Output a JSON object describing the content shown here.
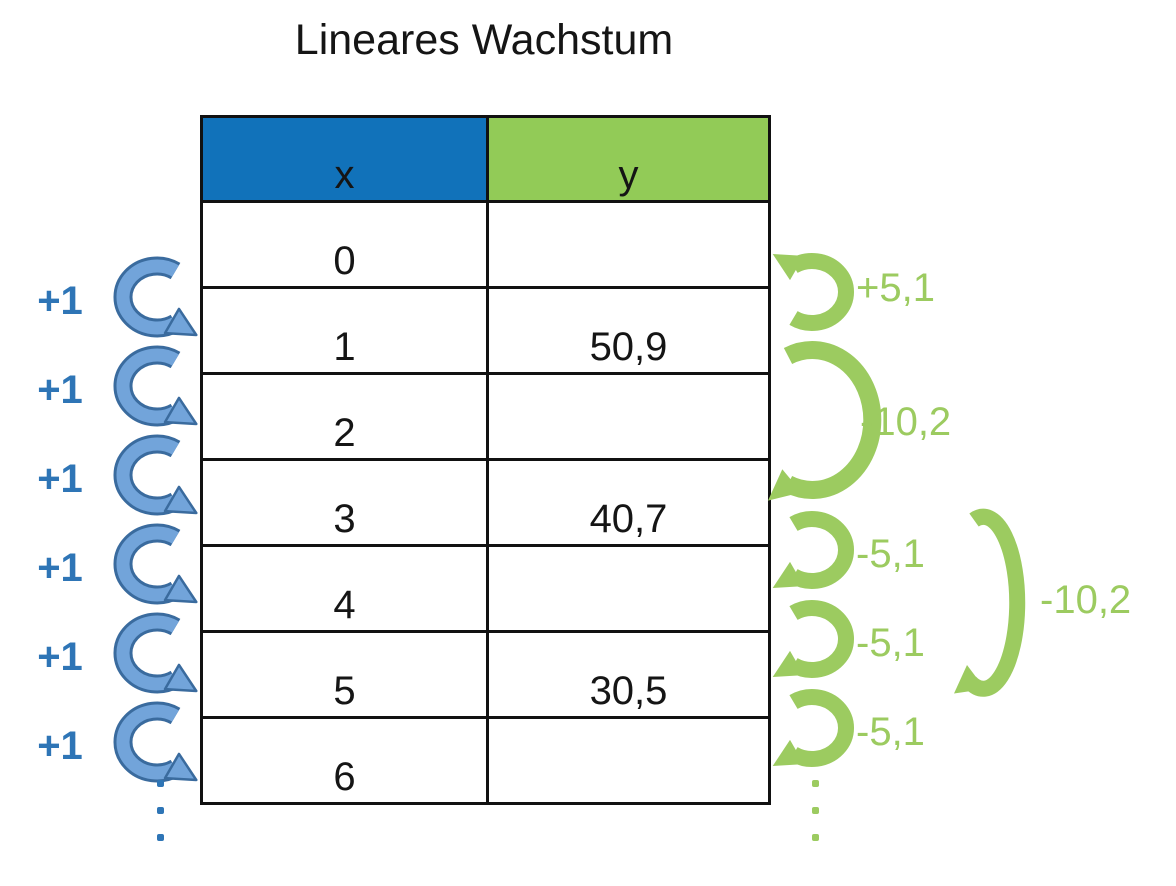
{
  "title": "Lineares Wachstum",
  "colors": {
    "header_x_bg": "#1172BA",
    "header_y_bg": "#92CB57",
    "blue_arrow": "#72A4DA",
    "blue_arrow_outline": "#3A6B9E",
    "blue_text": "#2E75B6",
    "green": "#9CCB60",
    "table_border": "#111111",
    "text": "#151515"
  },
  "table": {
    "columns": [
      {
        "key": "x",
        "label": "x"
      },
      {
        "key": "y",
        "label": "y"
      }
    ],
    "rows": [
      {
        "x": "0",
        "y": ""
      },
      {
        "x": "1",
        "y": "50,9"
      },
      {
        "x": "2",
        "y": ""
      },
      {
        "x": "3",
        "y": "40,7"
      },
      {
        "x": "4",
        "y": ""
      },
      {
        "x": "5",
        "y": "30,5"
      },
      {
        "x": "6",
        "y": ""
      }
    ]
  },
  "left_annotations": {
    "labels": [
      "+1",
      "+1",
      "+1",
      "+1",
      "+1",
      "+1"
    ]
  },
  "right_annotations": {
    "step_up_label": "+5,1",
    "double_step_label_1": "-10,2",
    "step_down_labels": [
      "-5,1",
      "-5,1",
      "-5,1"
    ],
    "double_step_label_2": "-10,2"
  },
  "chart_data": {
    "type": "table",
    "title": "Lineares Wachstum",
    "columns": [
      "x",
      "y"
    ],
    "x": [
      0,
      1,
      2,
      3,
      4,
      5,
      6
    ],
    "y": [
      null,
      50.9,
      null,
      40.7,
      null,
      30.5,
      null
    ],
    "x_step": 1,
    "y_step_per_x": -5.1,
    "y_step_per_2x": -10.2,
    "y_step_reverse": 5.1
  }
}
